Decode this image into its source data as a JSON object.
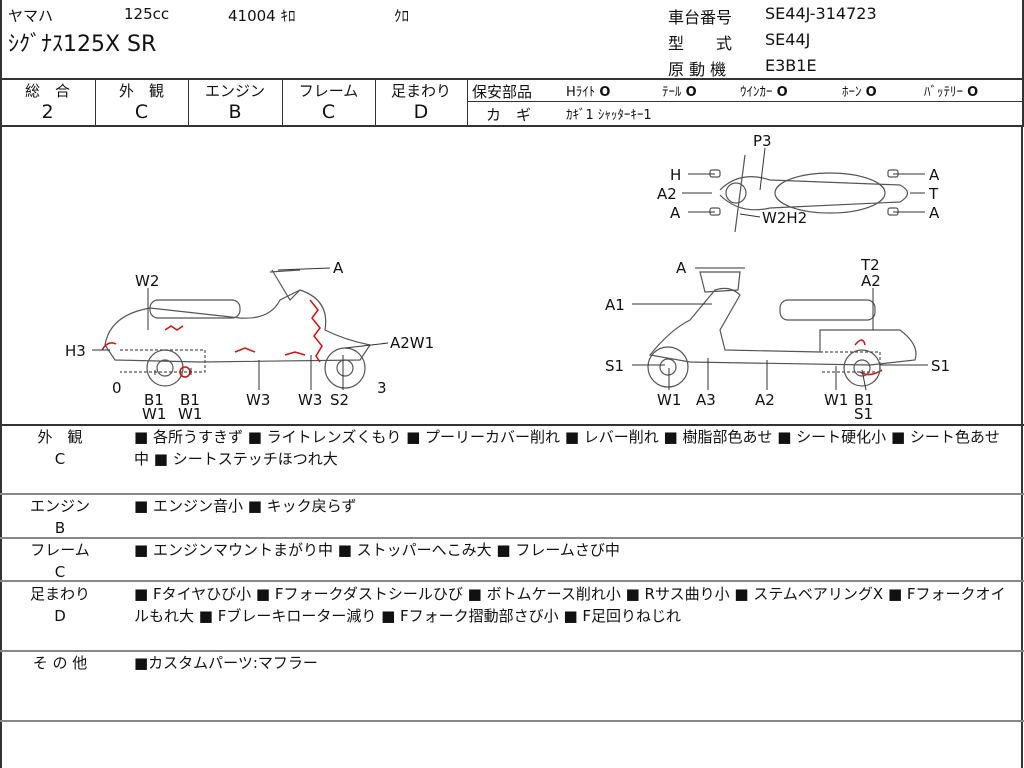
{
  "header": {
    "maker": "ヤマハ",
    "displacement": "125cc",
    "mileage": "41004 ｷﾛ",
    "color": "ｸﾛ",
    "model_name": "ｼｸﾞﾅｽ125X SR",
    "frame_no_label": "車台番号",
    "frame_no": "SE44J-314723",
    "type_label": "型　　式",
    "type": "SE44J",
    "engine_label": "原 動 機",
    "engine": "E3B1E"
  },
  "grades": [
    {
      "label": "総　合",
      "value": "2"
    },
    {
      "label": "外　観",
      "value": "C"
    },
    {
      "label": "エンジン",
      "value": "B"
    },
    {
      "label": "フレーム",
      "value": "C"
    },
    {
      "label": "足まわり",
      "value": "D"
    }
  ],
  "safety": {
    "label": "保安部品",
    "items": [
      {
        "name": "Hﾗｲﾄ",
        "status": "O"
      },
      {
        "name": "ﾃｰﾙ",
        "status": "O"
      },
      {
        "name": "ｳｲﾝｶｰ",
        "status": "O"
      },
      {
        "name": "ﾎｰﾝ",
        "status": "O"
      },
      {
        "name": "ﾊﾞｯﾃﾘｰ",
        "status": "O"
      }
    ],
    "key_label": "カ　ギ",
    "key_value": "ｶｷﾞ1 ｼｬｯﾀｰｷｰ1"
  },
  "diagram": {
    "labels": [
      "W2",
      "A",
      "H3",
      "A2W1",
      "0",
      "B1",
      "W1",
      "B1",
      "W1",
      "W3",
      "W3",
      "S2",
      "3",
      "P3",
      "H",
      "A",
      "A2",
      "T",
      "A",
      "W2H2",
      "A",
      "A",
      "T2",
      "A2",
      "A1",
      "S1",
      "S1",
      "W1",
      "A3",
      "A2",
      "W1",
      "B1",
      "S1"
    ]
  },
  "comments": [
    {
      "label": "外　観",
      "grade": "C",
      "text": "■ 各所うすきず ■ ライトレンズくもり ■ プーリーカバー削れ ■ レバー削れ ■ 樹脂部色あせ ■ シート硬化小 ■ シート色あせ中 ■ シートステッチほつれ大"
    },
    {
      "label": "エンジン",
      "grade": "B",
      "text": "■ エンジン音小 ■ キック戻らず"
    },
    {
      "label": "フレーム",
      "grade": "C",
      "text": "■ エンジンマウントまがり中 ■ ストッパーへこみ大 ■ フレームさび中"
    },
    {
      "label": "足まわり",
      "grade": "D",
      "text": "■ Fタイヤひび小 ■ Fフォークダストシールひび ■ ボトムケース削れ小 ■ Rサス曲り小 ■ ステムベアリングX ■ Fフォークオイルもれ大 ■ Fブレーキローター減り ■ Fフォーク摺動部さび小 ■ F足回りねじれ"
    },
    {
      "label": "そ の 他",
      "grade": "",
      "text": "■カスタムパーツ:マフラー"
    }
  ],
  "colors": {
    "damage": "#cc1111",
    "line": "#333333"
  }
}
